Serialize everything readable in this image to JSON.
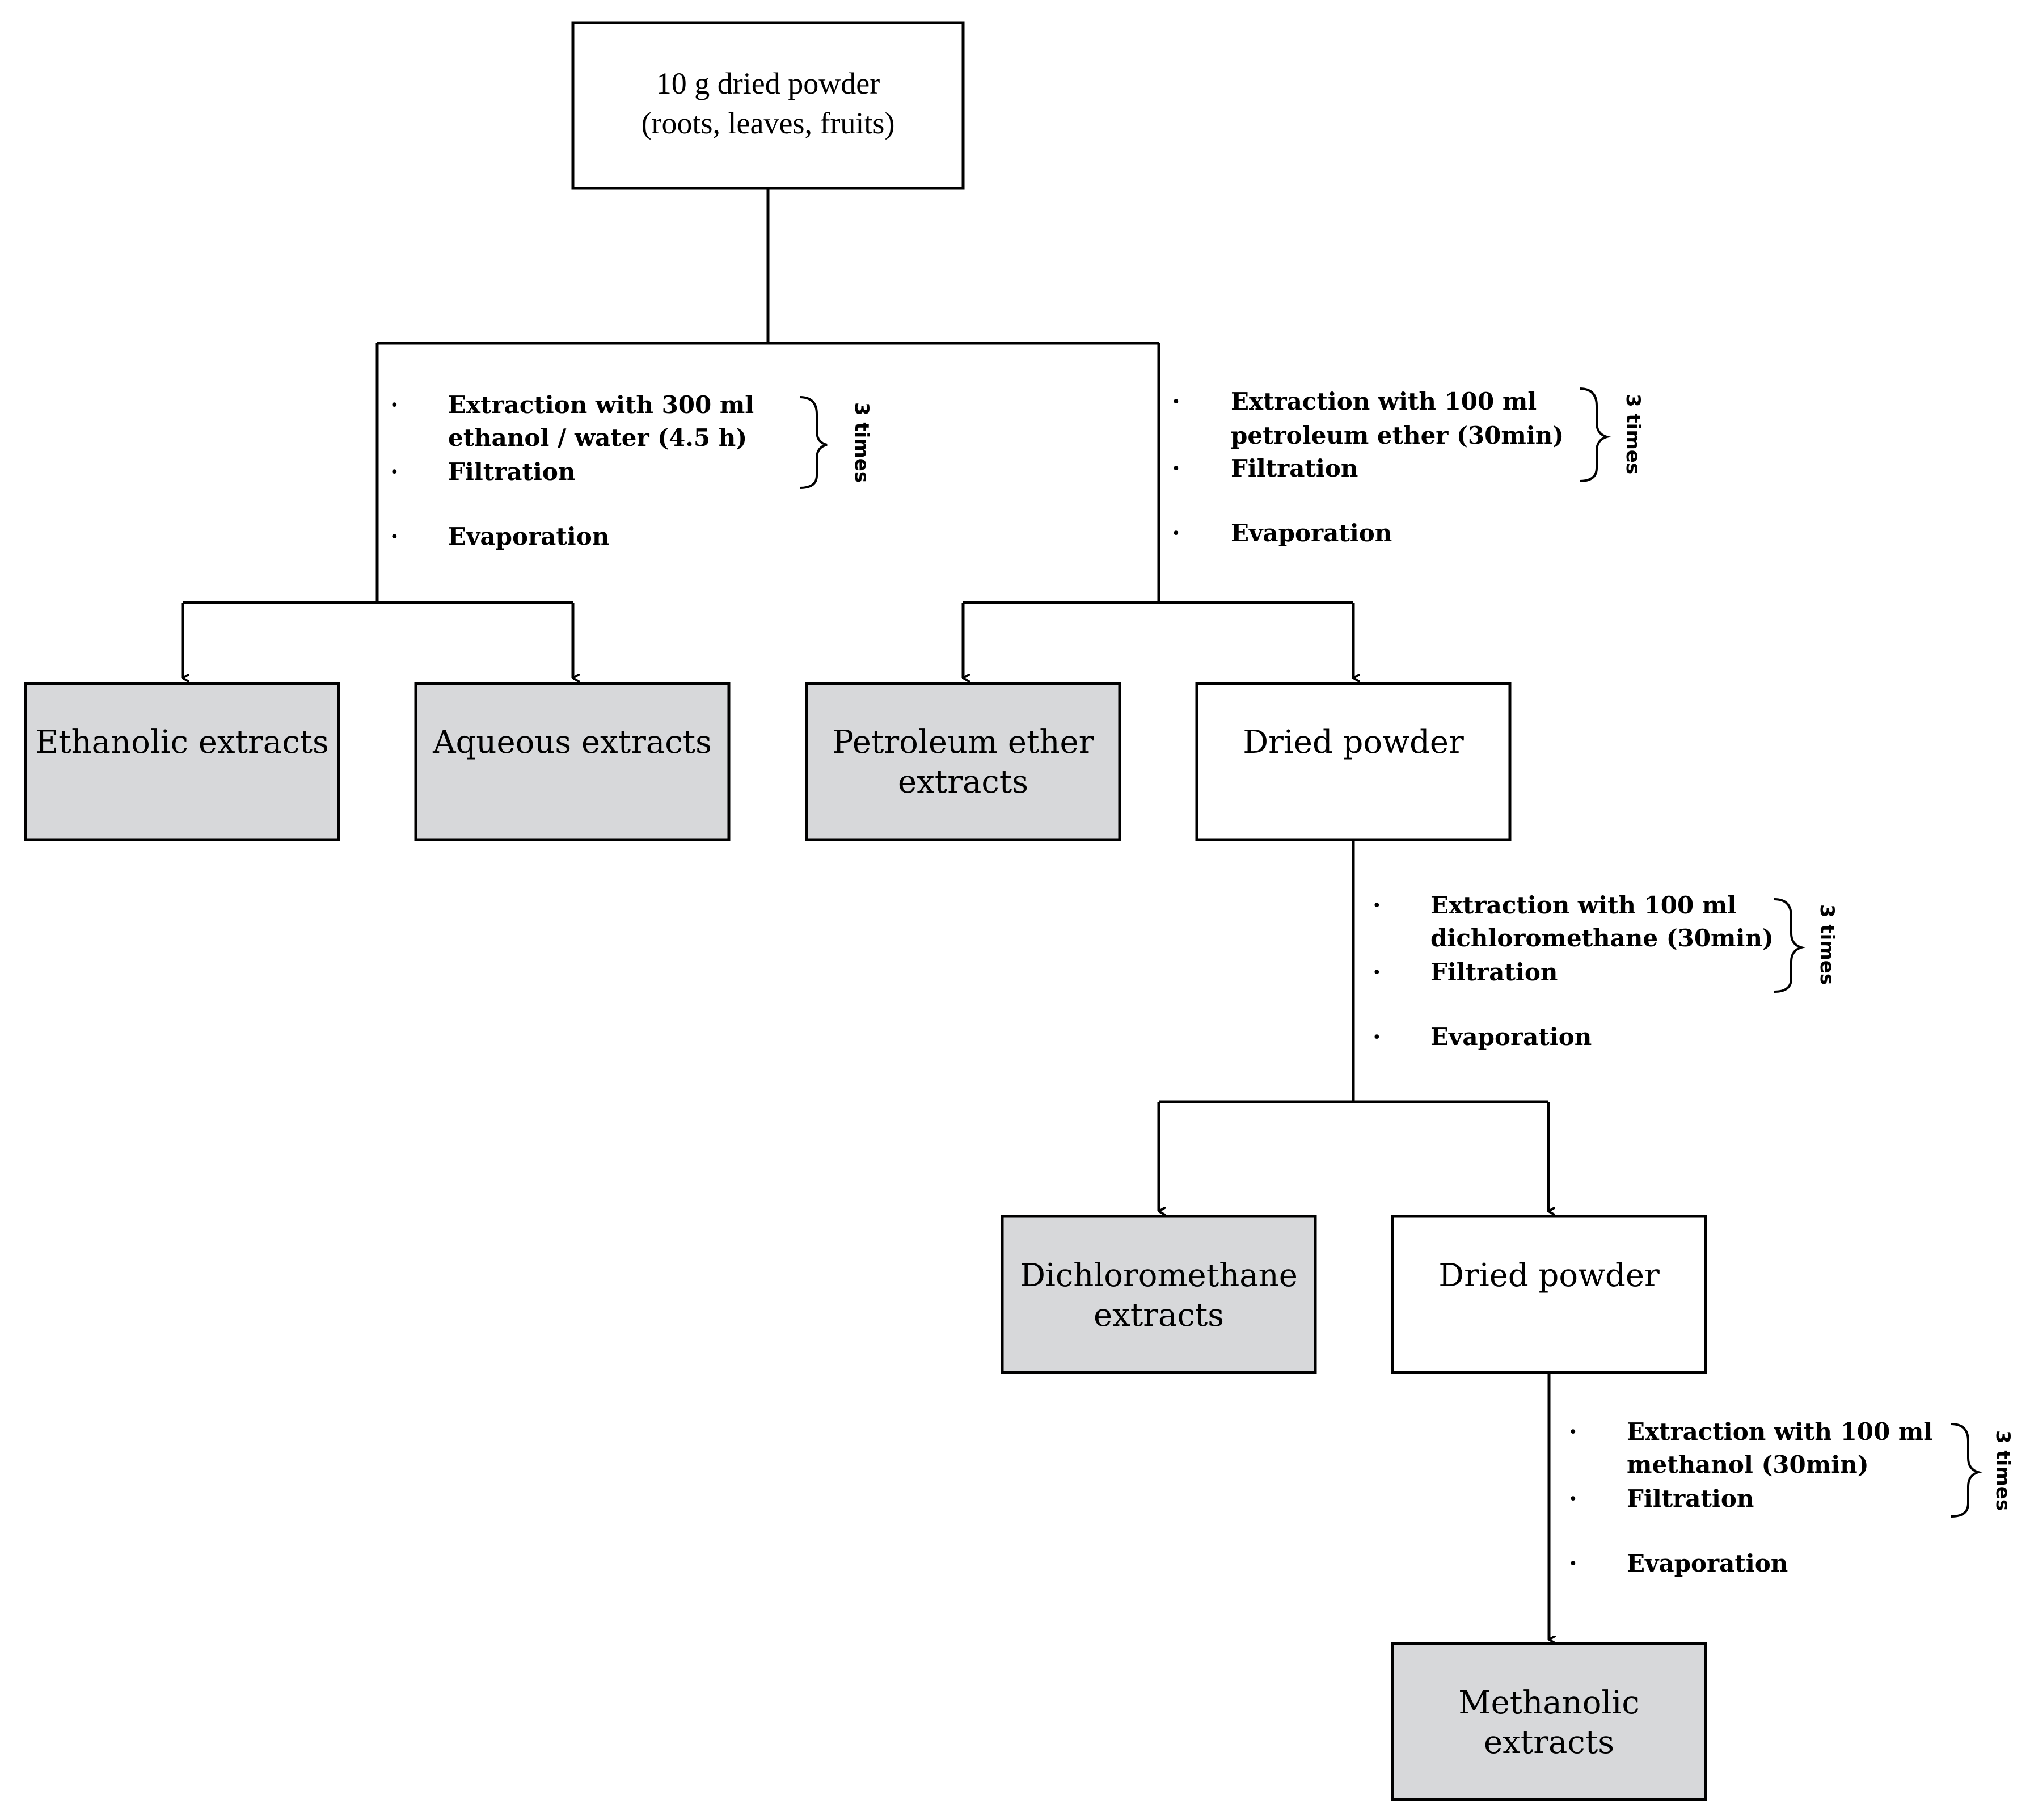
{
  "root": {
    "line1": "10 g dried powder",
    "line2": "(roots, leaves, fruits)"
  },
  "steps": {
    "ethanol": {
      "extraction_l1": "Extraction with 300 ml",
      "extraction_l2": "ethanol / water (4.5 h)",
      "filtration": "Filtration",
      "evaporation": "Evaporation",
      "repeat": "3 times"
    },
    "petroleum": {
      "extraction_l1": "Extraction with 100 ml",
      "extraction_l2": "petroleum ether (30min)",
      "filtration": "Filtration",
      "evaporation": "Evaporation",
      "repeat": "3 times"
    },
    "dichloromethane": {
      "extraction_l1": "Extraction with 100 ml",
      "extraction_l2": "dichloromethane (30min)",
      "filtration": "Filtration",
      "evaporation": "Evaporation",
      "repeat": "3 times"
    },
    "methanol": {
      "extraction_l1": "Extraction with 100 ml",
      "extraction_l2": "methanol (30min)",
      "filtration": "Filtration",
      "evaporation": "Evaporation",
      "repeat": "3 times"
    }
  },
  "nodes": {
    "ethanolic": "Ethanolic extracts",
    "aqueous": "Aqueous extracts",
    "petroleum_l1": "Petroleum ether",
    "petroleum_l2": "extracts",
    "dried_powder_1": "Dried powder",
    "dichloromethane_l1": "Dichloromethane",
    "dichloromethane_l2": "extracts",
    "dried_powder_2": "Dried powder",
    "methanolic_l1": "Methanolic",
    "methanolic_l2": "extracts"
  },
  "colors": {
    "extract_box_fill": "#d7d8da",
    "intermediate_box_fill": "#ffffff"
  }
}
